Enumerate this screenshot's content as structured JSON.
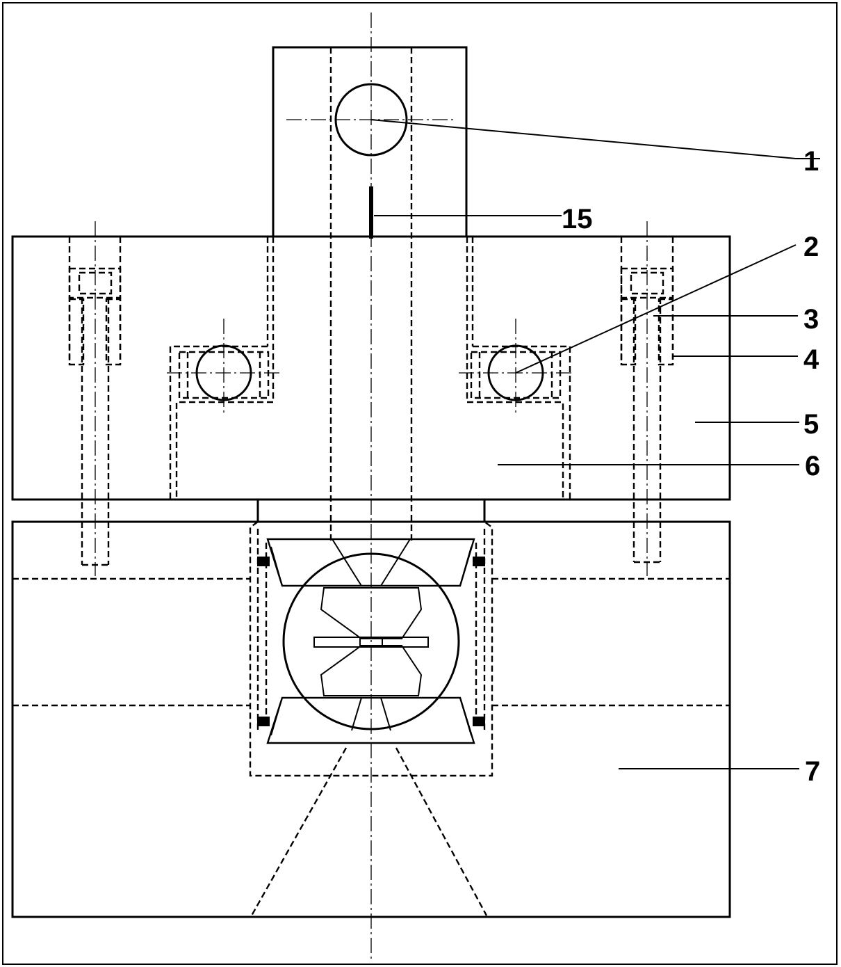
{
  "labels": [
    {
      "id": "1",
      "text": "1"
    },
    {
      "id": "15",
      "text": "15"
    },
    {
      "id": "2",
      "text": "2"
    },
    {
      "id": "3",
      "text": "3"
    },
    {
      "id": "4",
      "text": "4"
    },
    {
      "id": "5",
      "text": "5"
    },
    {
      "id": "6",
      "text": "6"
    },
    {
      "id": "7",
      "text": "7"
    }
  ]
}
